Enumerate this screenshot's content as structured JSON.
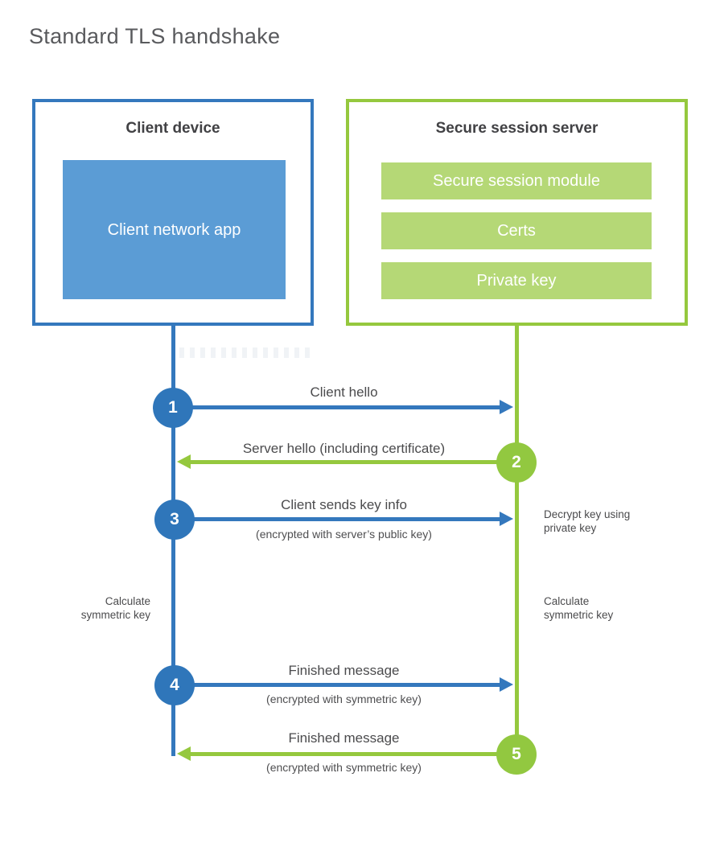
{
  "page": {
    "title": "Standard TLS handshake"
  },
  "client": {
    "title": "Client device",
    "app_label": "Client network app"
  },
  "server": {
    "title": "Secure session server",
    "modules": [
      "Secure session module",
      "Certs",
      "Private key"
    ]
  },
  "steps": [
    {
      "num": "1",
      "label": "Client hello",
      "sublabel": "",
      "from": "client",
      "to": "server"
    },
    {
      "num": "2",
      "label": "Server hello (including certificate)",
      "sublabel": "",
      "from": "server",
      "to": "client"
    },
    {
      "num": "3",
      "label": "Client sends key info",
      "sublabel": "(encrypted with server’s public key)",
      "from": "client",
      "to": "server"
    },
    {
      "num": "4",
      "label": "Finished message",
      "sublabel": "(encrypted with symmetric key)",
      "from": "client",
      "to": "server"
    },
    {
      "num": "5",
      "label": "Finished message",
      "sublabel": "(encrypted with symmetric key)",
      "from": "server",
      "to": "client"
    }
  ],
  "annotations": {
    "decrypt_key": "Decrypt key using\nprivate key",
    "calculate_left": "Calculate\nsymmetric key",
    "calculate_right": "Calculate\nsymmetric key"
  },
  "colors": {
    "client_blue": "#3478bd",
    "client_fill_blue": "#5b9cd5",
    "server_green": "#95c83e",
    "server_fill_green": "#b5d876",
    "title_gray": "#595a5d",
    "label_gray": "#4b4b4d"
  }
}
